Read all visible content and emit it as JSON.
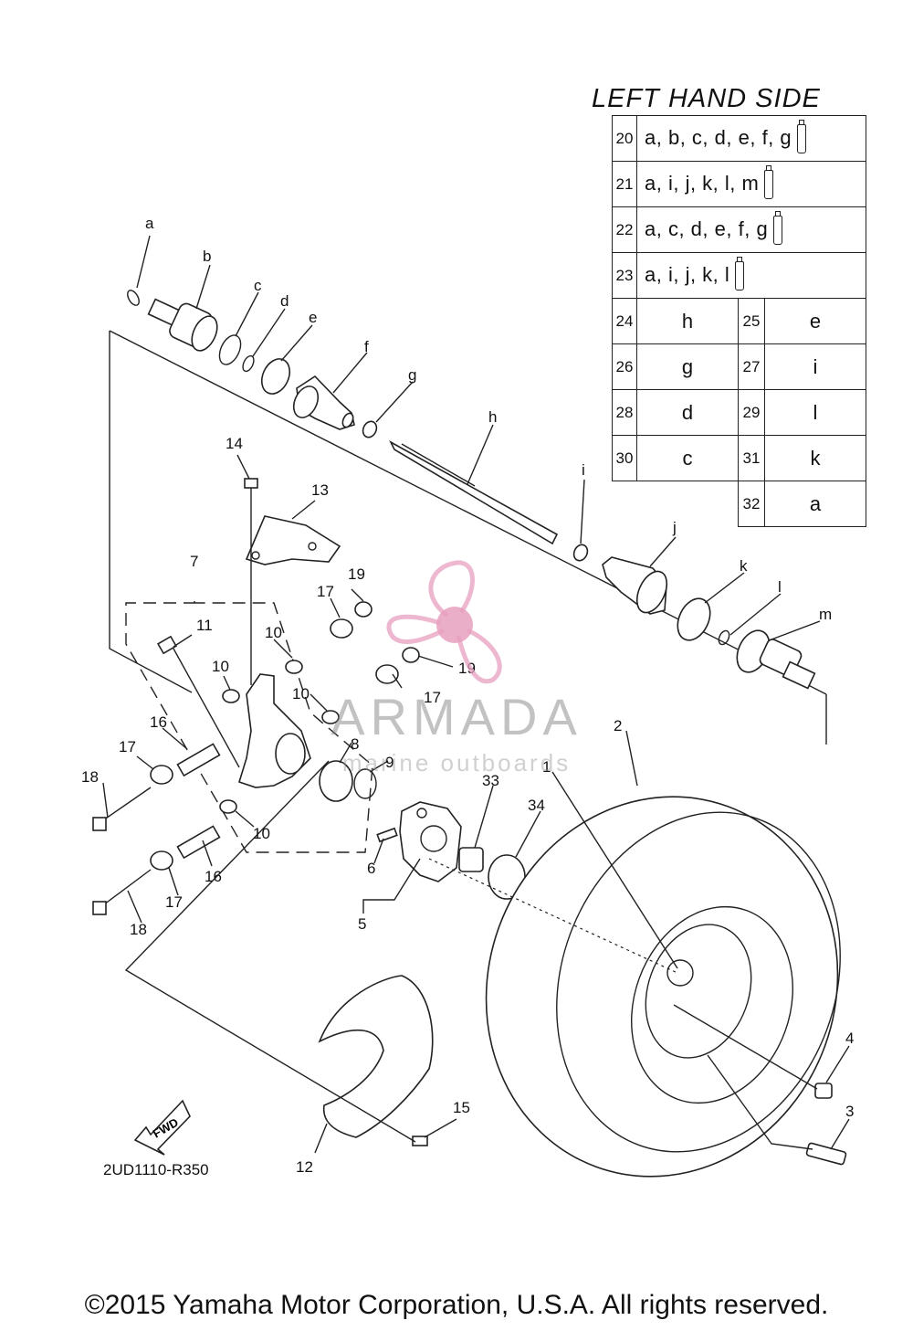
{
  "table": {
    "title": "LEFT HAND SIDE",
    "kit_rows": [
      {
        "num": "20",
        "parts": "a, b, c, d, e, f, g",
        "icon": "grease-tube-icon"
      },
      {
        "num": "21",
        "parts": "a, i, j, k, l, m",
        "icon": "grease-tube-icon"
      },
      {
        "num": "22",
        "parts": "a, c, d, e, f, g",
        "icon": "grease-tube-icon"
      },
      {
        "num": "23",
        "parts": "a, i, j, k, l",
        "icon": "grease-tube-icon"
      }
    ],
    "pair_rows": [
      {
        "num1": "24",
        "val1": "h",
        "num2": "25",
        "val2": "e"
      },
      {
        "num1": "26",
        "val1": "g",
        "num2": "27",
        "val2": "i"
      },
      {
        "num1": "28",
        "val1": "d",
        "num2": "29",
        "val2": "l"
      },
      {
        "num1": "30",
        "val1": "c",
        "num2": "31",
        "val2": "k"
      }
    ],
    "last_row": {
      "num": "32",
      "val": "a"
    }
  },
  "callouts": {
    "a": "a",
    "b": "b",
    "c": "c",
    "d": "d",
    "e": "e",
    "f": "f",
    "g": "g",
    "h": "h",
    "i": "i",
    "j": "j",
    "k": "k",
    "l": "l",
    "m": "m",
    "n1": "1",
    "n2": "2",
    "n3": "3",
    "n4": "4",
    "n5": "5",
    "n6": "6",
    "n7": "7",
    "n8": "8",
    "n9": "9",
    "n10": "10",
    "n11": "11",
    "n12": "12",
    "n13": "13",
    "n14": "14",
    "n15": "15",
    "n16": "16",
    "n17": "17",
    "n18": "18",
    "n19": "19",
    "n33": "33",
    "n34": "34"
  },
  "fwd_label": "FWD",
  "part_code": "2UD1110-R350",
  "watermark": {
    "brand": "ARMADA",
    "tagline": "marine outboards",
    "color": "#e8a0c0"
  },
  "copyright": "©2015 Yamaha Motor Corporation, U.S.A. All rights reserved."
}
